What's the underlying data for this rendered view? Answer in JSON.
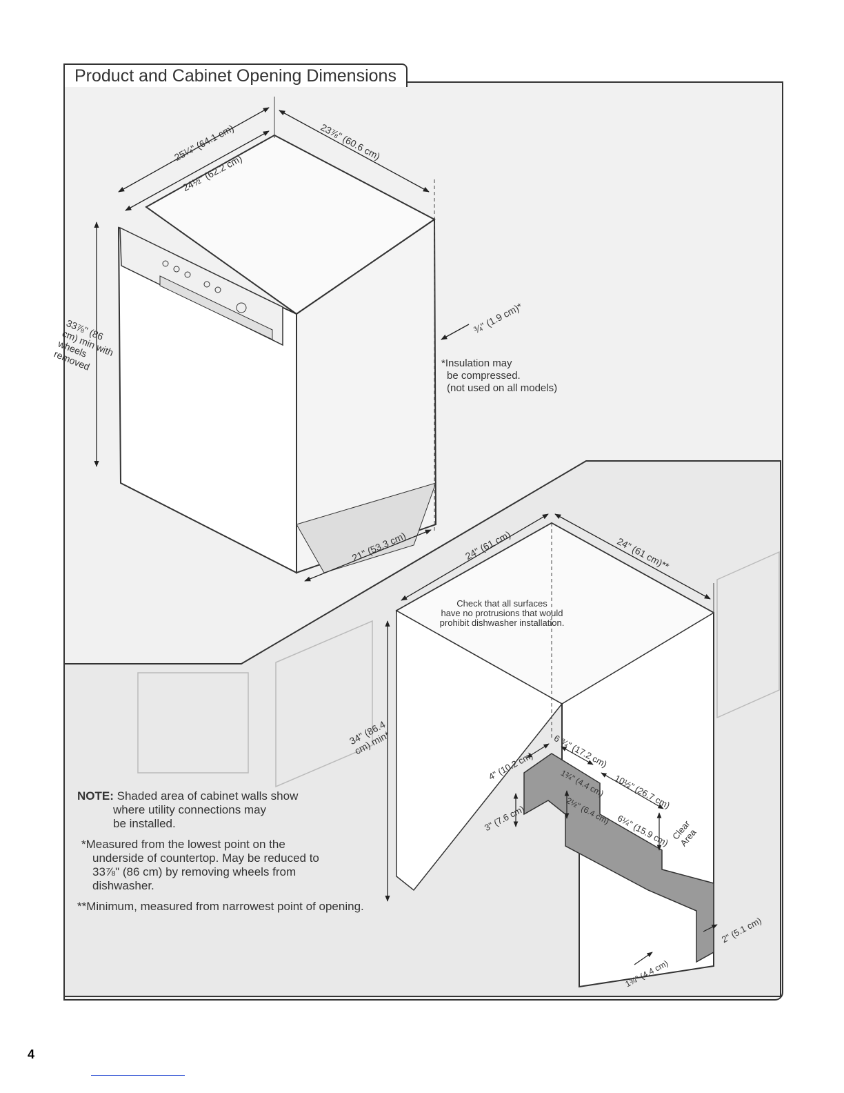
{
  "title": "Product and Cabinet Opening Dimensions",
  "product_dims": {
    "depth_door_open": "25¼\" (64.1 cm)",
    "depth": "24½\" (62.2 cm)",
    "width": "23⅞\" (60.6 cm)",
    "height": "33⅞\" (86 cm) min with wheels removed",
    "base_depth": "21\" (53.3 cm)",
    "insulation": "¾\" (1.9 cm)*"
  },
  "insulation_note": [
    "*Insulation may",
    "be compressed.",
    "(not used on all models)"
  ],
  "cabinet_dims": {
    "depth": "24\" (61 cm)",
    "width": "24\" (61 cm)**",
    "height": "34\" (86.4 cm) min*",
    "d_4": "4\" (10.2 cm)",
    "d_3": "3\" (7.6 cm)",
    "d_6_3_4": "6 ¾\" (17.2 cm)",
    "d_1_3_4": "1¾\" (4.4 cm)",
    "d_2_1_2": "2½\" (6.4 cm)",
    "d_10_1_2": "10½\" (26.7 cm)",
    "d_6_1_4": "6¼\" (15.9 cm)",
    "d_2": "2\" (5.1 cm)",
    "d_bottom": "1¾\" (4.4 cm)"
  },
  "clear_area": [
    "Clear",
    "Area"
  ],
  "check_note": [
    "Check that all surfaces",
    "have no protrusions that would",
    "prohibit dishwasher installation."
  ],
  "notes": {
    "note_label": "NOTE:",
    "note_text": "Shaded area of cabinet walls show",
    "note_line2": "where utility connections may",
    "note_line3": "be installed.",
    "star": [
      "*Measured from the lowest point on the",
      "underside of countertop. May be reduced to",
      "33⅞\" (86 cm) by removing wheels from",
      "dishwasher."
    ],
    "double_star": "**Minimum, measured from narrowest point of opening."
  },
  "page_number": "4"
}
